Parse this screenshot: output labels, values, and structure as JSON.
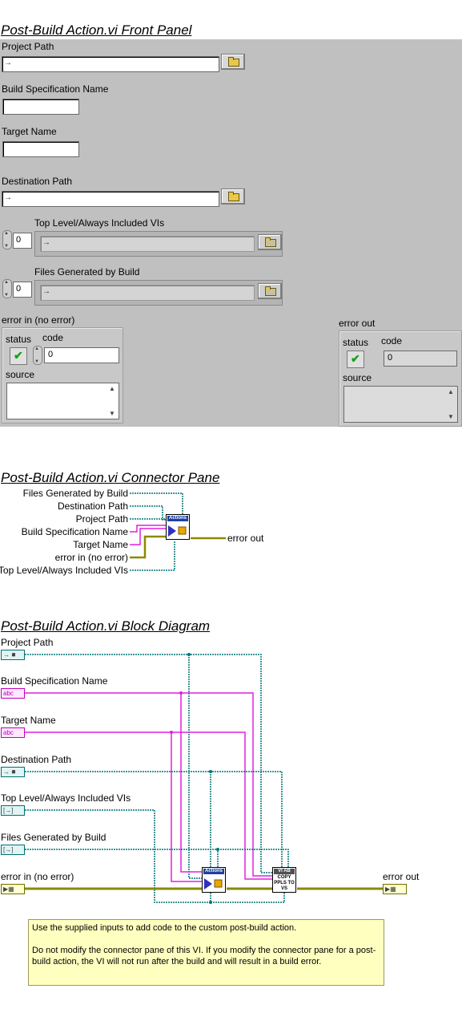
{
  "front_panel": {
    "title": "Post-Build Action.vi Front Panel",
    "project_path": {
      "label": "Project Path",
      "value": ""
    },
    "build_spec": {
      "label": "Build Specification Name",
      "value": ""
    },
    "target_name": {
      "label": "Target Name",
      "value": ""
    },
    "destination_path": {
      "label": "Destination Path",
      "value": ""
    },
    "top_level_vis": {
      "label": "Top Level/Always Included VIs",
      "index": "0"
    },
    "files_generated": {
      "label": "Files Generated by Build",
      "index": "0"
    },
    "error_in": {
      "label": "error in (no error)",
      "status_label": "status",
      "code_label": "code",
      "code_value": "0",
      "source_label": "source"
    },
    "error_out": {
      "label": "error out",
      "status_label": "status",
      "code_label": "code",
      "code_value": "0",
      "source_label": "source"
    }
  },
  "connector_pane": {
    "title": "Post-Build Action.vi Connector Pane",
    "inputs": [
      "Files Generated by Build",
      "Destination Path",
      "Project Path",
      "Build Specification Name",
      "Target Name",
      "error in (no error)",
      "Top Level/Always Included VIs"
    ],
    "output": "error out",
    "icon_text": "Actions"
  },
  "block_diagram": {
    "title": "Post-Build Action.vi Block Diagram",
    "terminals": [
      "Project Path",
      "Build Specification Name",
      "Target Name",
      "Destination Path",
      "Top Level/Always Included VIs",
      "Files Generated by Build",
      "error in (no error)"
    ],
    "output": "error out",
    "subvi_actions": "Actions",
    "subvi_copy_top": "VI AB",
    "subvi_copy": "COPY PPLS TO VS",
    "terminal_abc": "abc",
    "note_line1": "Use the supplied inputs to add code to the custom post-build action.",
    "note_line2": "Do not modify the connector pane of this VI.  If you modify the connector pane for a post-build action, the VI will not run after the build and will result in a build error."
  },
  "colors": {
    "path_wire": "#007575",
    "string_wire": "#e020e0",
    "error_wire": "#8a8a00",
    "panel_bg": "#c0c0c0"
  },
  "icons": [
    "folder-icon",
    "checkmark-icon",
    "spinner-icon",
    "scroll-arrow-icon",
    "lightning-icon"
  ]
}
